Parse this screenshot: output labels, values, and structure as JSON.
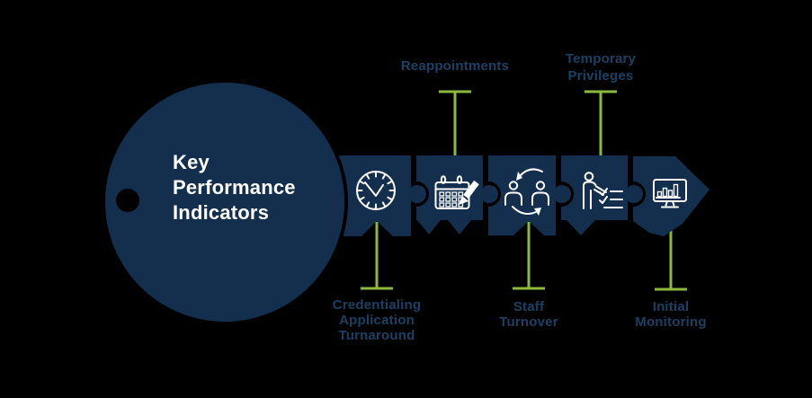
{
  "key_head": {
    "title": "Key\nPerformance\nIndicators"
  },
  "kpis": [
    {
      "id": "credentialing-application-turnaround",
      "label": "Credentialing\nApplication\nTurnaround",
      "icon": "clock-icon",
      "label_position": "below"
    },
    {
      "id": "reappointments",
      "label": "Reappointments",
      "icon": "calendar-edit-icon",
      "label_position": "above"
    },
    {
      "id": "staff-turnover",
      "label": "Staff\nTurnover",
      "icon": "people-cycle-icon",
      "label_position": "below"
    },
    {
      "id": "temporary-privileges",
      "label": "Temporary\nPrivileges",
      "icon": "person-checklist-icon",
      "label_position": "above"
    },
    {
      "id": "initial-monitoring",
      "label": "Initial\nMonitoring",
      "icon": "monitor-bar-chart-icon",
      "label_position": "below"
    }
  ],
  "colors": {
    "background": "#000000",
    "navy": "#132f4d",
    "label_blue": "#1c4064",
    "green": "#8bb93d",
    "icon_white": "#ffffff",
    "title_white": "#ffffff"
  }
}
